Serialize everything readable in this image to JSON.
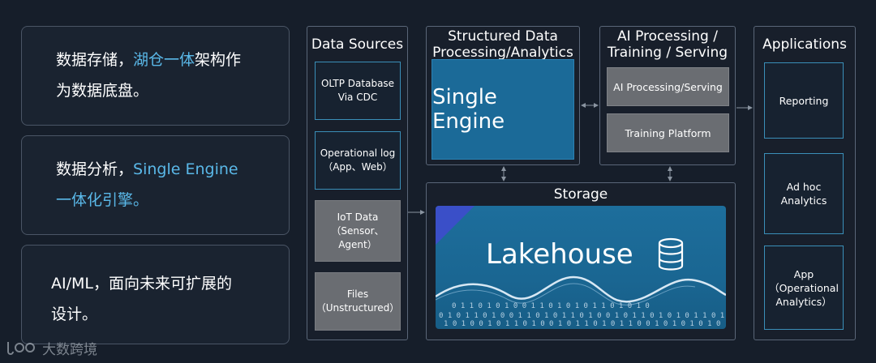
{
  "left_points": [
    {
      "pre": "数据存储，",
      "hl": "湖仓一体",
      "post": "架构作为数据底盘。"
    },
    {
      "pre": "数据分析，",
      "hl": "Single Engine",
      "post": "一体化引擎。"
    },
    {
      "pre": "AI/ML，面向未来可扩展的设计。",
      "hl": "",
      "post": ""
    }
  ],
  "left_lines": [
    [
      "数据存储，",
      "湖仓一体",
      "架构作"
    ],
    [
      "为数据底盘。"
    ],
    [
      "数据分析，",
      "Single Engine"
    ],
    [
      "一体化引擎。"
    ],
    [
      "AI/ML，面向未来可扩展的"
    ],
    [
      "设计。"
    ]
  ],
  "data_sources": {
    "title": "Data Sources",
    "items": [
      "OLTP Database\nVia CDC",
      "Operational log\n（App、Web）",
      "IoT Data\n（Sensor、\nAgent）",
      "Files\n（Unstructured）"
    ]
  },
  "structured": {
    "title_line1": "Structured Data",
    "title_line2": "Processing/Analytics",
    "engine_label": "Single Engine"
  },
  "ai": {
    "title_line1": "AI Processing /",
    "title_line2": "Training / Serving",
    "boxes": [
      "AI Processing/Serving",
      "Training Platform"
    ]
  },
  "storage": {
    "title": "Storage",
    "lakehouse_label": "Lakehouse",
    "icon": "database-icon"
  },
  "applications": {
    "title": "Applications",
    "items": [
      "Reporting",
      "Ad hoc\nAnalytics",
      "App\n（Operational\nAnalytics）"
    ]
  },
  "watermark": {
    "text": "大数跨境",
    "icon": "logo-icon"
  },
  "colors": {
    "background": "#161e2a",
    "highlight": "#5ab8e8",
    "engine_blue": "#1b6a98",
    "border_blue": "#3a8fb8",
    "grey_box": "#6a6d72"
  }
}
